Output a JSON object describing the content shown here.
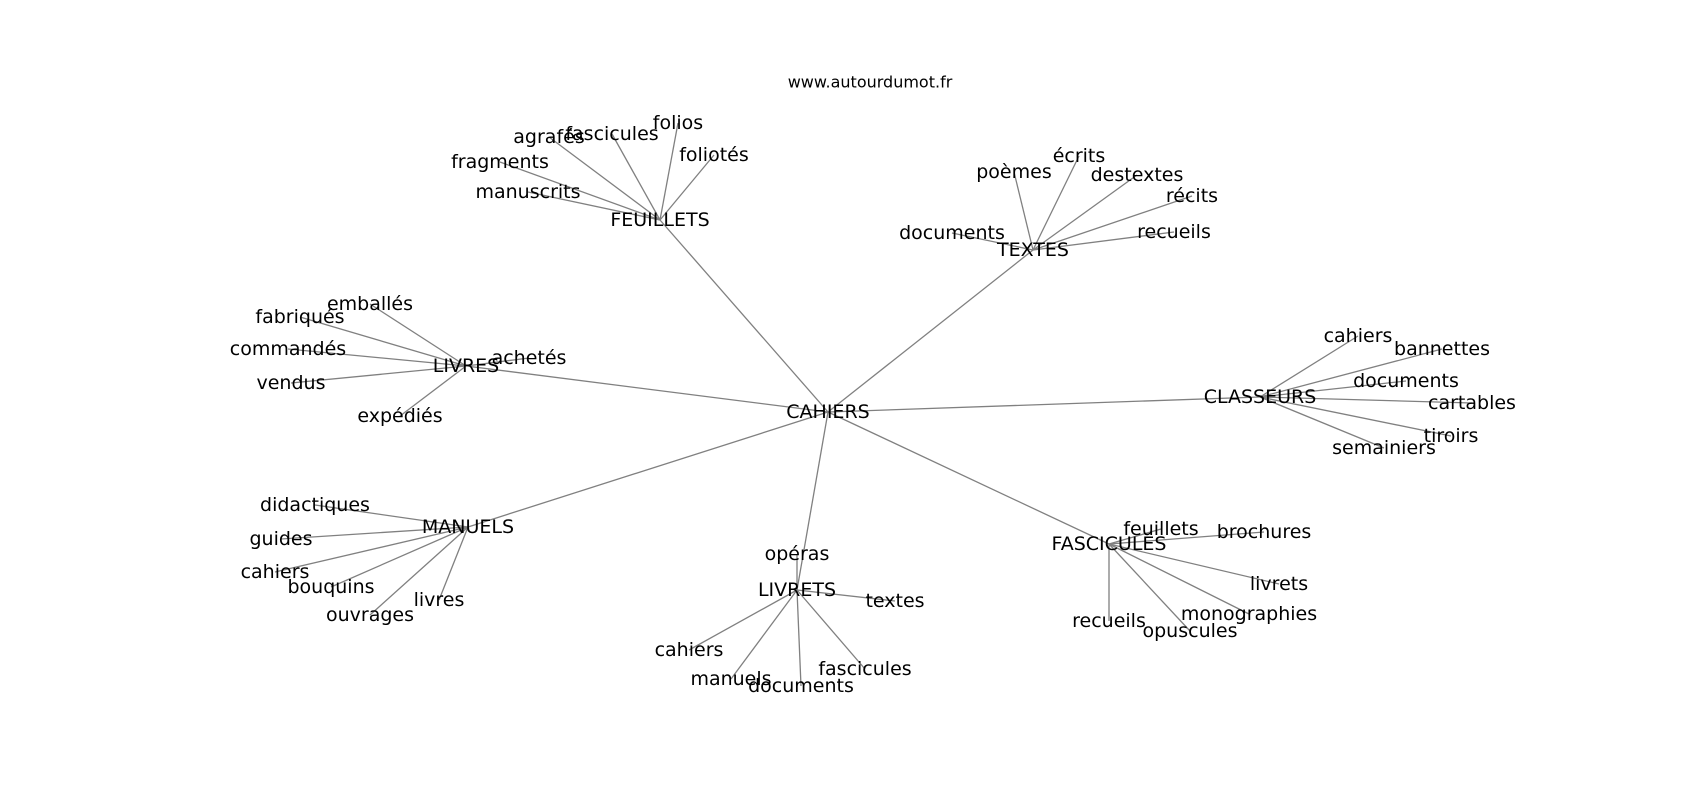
{
  "source": "www.autourdumot.fr",
  "center": "CAHIERS",
  "clusters": [
    {
      "hub": "FEUILLETS",
      "words": [
        "folios",
        "fascicules",
        "agrafés",
        "foliotés",
        "fragments",
        "manuscrits"
      ]
    },
    {
      "hub": "TEXTES",
      "words": [
        "écrits",
        "poèmes",
        "destextes",
        "récits",
        "documents",
        "recueils"
      ]
    },
    {
      "hub": "LIVRES",
      "words": [
        "emballés",
        "fabriqués",
        "commandés",
        "achetés",
        "vendus",
        "expédiés"
      ]
    },
    {
      "hub": "CLASSEURS",
      "words": [
        "cahiers",
        "bannettes",
        "documents",
        "cartables",
        "tiroirs",
        "semainiers"
      ]
    },
    {
      "hub": "MANUELS",
      "words": [
        "didactiques",
        "guides",
        "cahiers",
        "bouquins",
        "livres",
        "ouvrages"
      ]
    },
    {
      "hub": "FASCICULES",
      "words": [
        "feuillets",
        "brochures",
        "livrets",
        "monographies",
        "recueils",
        "opuscules"
      ]
    },
    {
      "hub": "LIVRETS",
      "words": [
        "opéras",
        "textes",
        "cahiers",
        "manuels",
        "documents",
        "fascicules"
      ]
    }
  ]
}
